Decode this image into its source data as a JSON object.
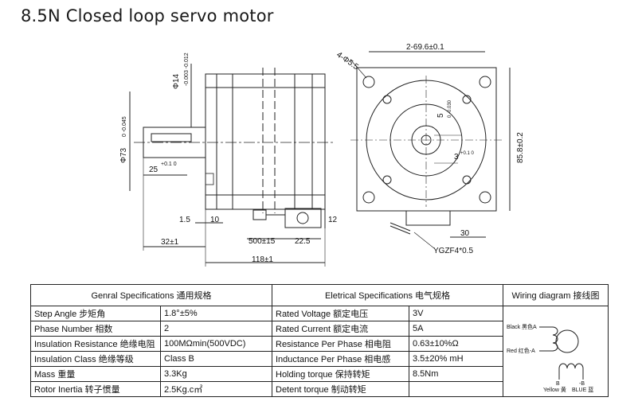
{
  "title": "8.5N  Closed loop  servo motor",
  "drawing": {
    "dims": {
      "shaft_dia": "Φ14",
      "shaft_tol": "-0.003 -0.012",
      "flange_dia": "Φ73",
      "flange_tol": "0 -0.045",
      "key_len": "25",
      "key_tol": "+0.1 0",
      "d_1_5": "1.5",
      "d_10": "10",
      "d_32": "32±1",
      "d_500": "500±15",
      "d_22_5": "22.5",
      "d_118": "118±1",
      "d_12": "12",
      "holes": "4-Φ5.5",
      "d_69_6": "2-69.6±0.1",
      "d_85_8": "85.8±0.2",
      "d_5": "5",
      "d_5_tol": "0 -0.030",
      "d_3": "3",
      "d_3_tol": "+0.1 0",
      "d_30": "30",
      "connector": "YGZF4*0.5"
    }
  },
  "table": {
    "general_header": "Genral Specifications 通用规格",
    "electrical_header": "Eletrical Specifications 电气规格",
    "wiring_header": "Wiring diagram 接线图",
    "general": [
      {
        "label": "Step Angle 步矩角",
        "value": "1.8°±5%"
      },
      {
        "label": "Phase Number  相数",
        "value": "2"
      },
      {
        "label": "Insulation Resistance 绝缘电阻",
        "value": "100MΩmin(500VDC)"
      },
      {
        "label": "Insulation Class 绝缘等级",
        "value": "Class B"
      },
      {
        "label": "Mass 重量",
        "value": "3.3Kg"
      },
      {
        "label": "Rotor Inertia 转子惯量",
        "value": "2.5Kg.c㎡"
      }
    ],
    "electrical": [
      {
        "label": "Rated Voltage 额定电压",
        "value": "3V"
      },
      {
        "label": "Rated Current 额定电流",
        "value": "5A"
      },
      {
        "label": "Resistance Per Phase 相电阻",
        "value": "0.63±10%Ω"
      },
      {
        "label": "Inductance Per Phase 相电感",
        "value": "3.5±20% mH"
      },
      {
        "label": "Holding torque 保持转矩",
        "value": "8.5Nm"
      },
      {
        "label": "Detent torque 制动转矩",
        "value": ""
      }
    ],
    "wiring": {
      "black": "Black 黑色A",
      "red": "Red 红色-A",
      "b": "B",
      "yellow": "Yellow 黄",
      "minus_b": "-B",
      "blue": "BLUE 蓝"
    }
  }
}
